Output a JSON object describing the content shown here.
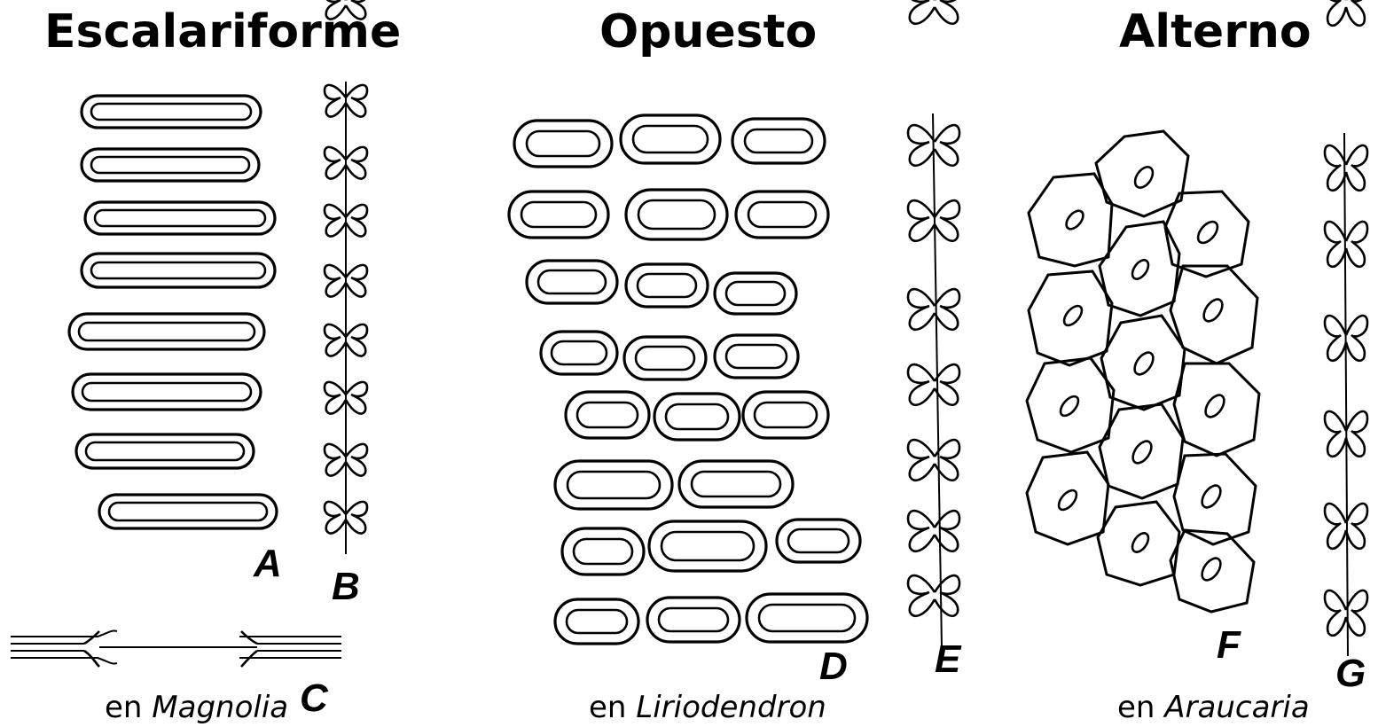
{
  "columns": [
    {
      "title": "Escalariforme",
      "caption_prefix": "en ",
      "caption_genus": "Magnolia"
    },
    {
      "title": "Opuesto",
      "caption_prefix": "en ",
      "caption_genus": "Liriodendron"
    },
    {
      "title": "Alterno",
      "caption_prefix": "en ",
      "caption_genus": "Araucaria"
    }
  ],
  "panel_labels": {
    "A": "A",
    "B": "B",
    "C": "C",
    "D": "D",
    "E": "E",
    "F": "F",
    "G": "G"
  }
}
